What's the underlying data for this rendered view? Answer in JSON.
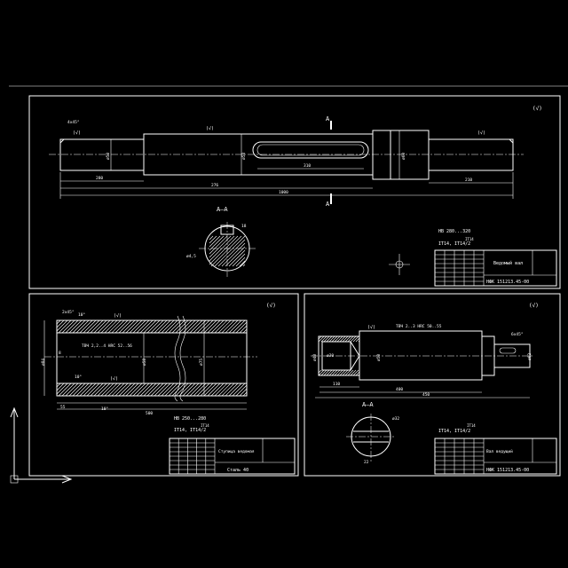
{
  "sheet1": {
    "dims": [
      "4x45°",
      "ø50",
      "ø58",
      "ø60",
      "310",
      "280",
      "276",
      "1000",
      "210"
    ],
    "section_label": "А–А",
    "section_mark": "А",
    "section_dims": [
      "18",
      "ø4,5"
    ],
    "hardness": "НВ 280...320",
    "tolerance": "IT14, IT14/2",
    "tolerance_top": "IT14",
    "roughness": "(√)",
    "title_name": "Ведомый вал",
    "title_code": "НФК 151213.45-00"
  },
  "sheet2": {
    "dims": [
      "2x45°",
      "ø58",
      "ø75",
      "ø84",
      "10°",
      "55",
      "500",
      "8"
    ],
    "note": "ТВЧ 2,2..4 HRC 52..56",
    "hardness": "НВ 250...280",
    "tolerance": "IT14, IT14/2",
    "tolerance_top": "IT14",
    "roughness": "(√)",
    "title_name": "Ступица ведомая",
    "title_code": "Сталь 40"
  },
  "sheet3": {
    "dims": [
      "ø30",
      "ø40",
      "ø50",
      "ø62",
      "6x45°",
      "110",
      "400",
      "450"
    ],
    "note": "ТВЧ 2..3 HRC 50..55",
    "section_label": "А–А",
    "section_dims": [
      "22",
      "ø32"
    ],
    "hardness": "",
    "tolerance": "IT14, IT14/2",
    "tolerance_top": "IT14",
    "roughness": "(√)",
    "title_name": "Вал ведущий",
    "title_code": "НФК 151213.45-00"
  }
}
